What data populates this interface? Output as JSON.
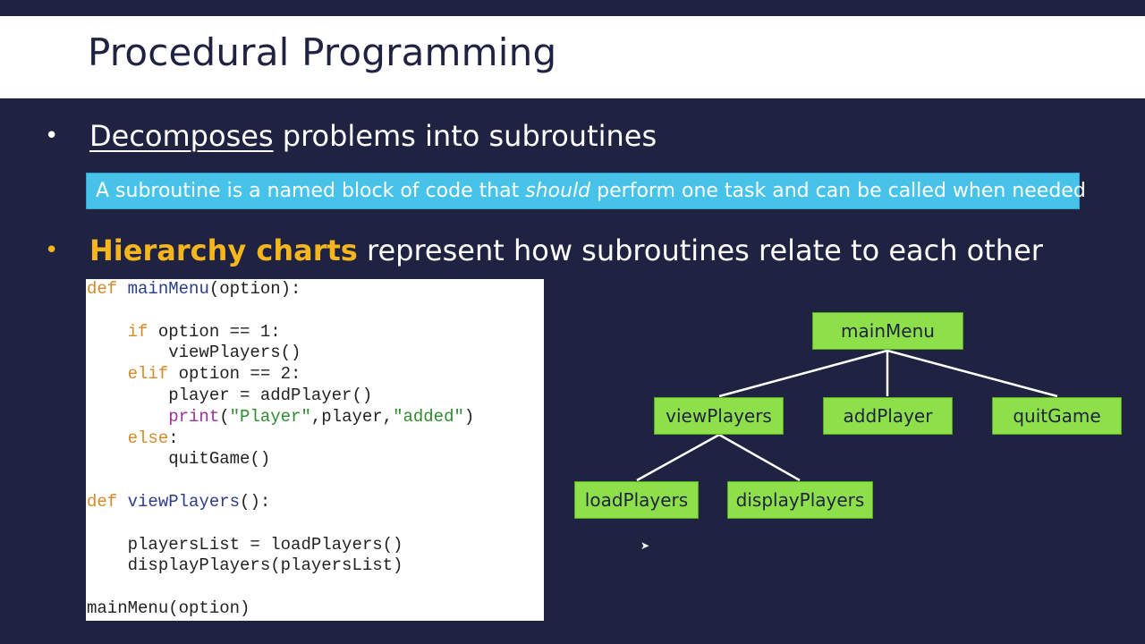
{
  "slide": {
    "title": "Procedural Programming",
    "bullet1": {
      "emphasis": "Decomposes",
      "rest": " problems into subroutines"
    },
    "definition": {
      "before": "A subroutine is a named block of code that ",
      "italic": "should",
      "after": " perform one task and can be called when needed"
    },
    "bullet2": {
      "emphasis": "Hierarchy charts",
      "rest": " represent how subroutines relate to each other"
    }
  },
  "code": {
    "l1_kw": "def",
    "l1_fn": "mainMenu",
    "l1_rest": "(option):",
    "l3_kw": "if",
    "l3_rest": " option == 1:",
    "l4": "viewPlayers()",
    "l5_kw": "elif",
    "l5_rest": " option == 2:",
    "l6": "player = addPlayer()",
    "l7_pr": "print",
    "l7_a": "(",
    "l7_s1": "\"Player\"",
    "l7_b": ",player,",
    "l7_s2": "\"added\"",
    "l7_c": ")",
    "l8_kw": "else",
    "l8_rest": ":",
    "l9": "quitGame()",
    "l11_kw": "def",
    "l11_fn": "viewPlayers",
    "l11_rest": "():",
    "l13": "playersList = loadPlayers()",
    "l14": "displayPlayers(playersList)",
    "l16": "mainMenu(option)"
  },
  "hierarchy": {
    "root": "mainMenu",
    "level1": [
      "viewPlayers",
      "addPlayer",
      "quitGame"
    ],
    "level2": [
      "loadPlayers",
      "displayPlayers"
    ]
  },
  "colors": {
    "background": "#1f2241",
    "accent_gold": "#f5b51c",
    "definition_box": "#47c3ea",
    "node_fill": "#8ee04a"
  }
}
